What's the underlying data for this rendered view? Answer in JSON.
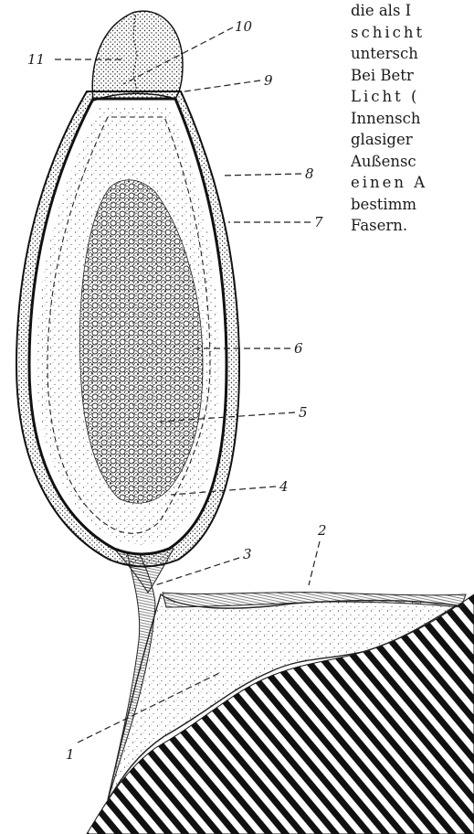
{
  "text_lines": [
    "die als I",
    "schicht",
    "untersch",
    "Bei Betr",
    "Licht  (",
    "Innensch",
    "glasiger",
    "Außensc",
    "einen  A",
    "bestimm",
    "Fasern."
  ],
  "figure_labels": [
    "1",
    "2",
    "3",
    "4",
    "5",
    "6",
    "7",
    "8",
    "9",
    "10",
    "11"
  ],
  "colors": {
    "ink": "#1a1a1a",
    "paper": "#ffffff"
  }
}
